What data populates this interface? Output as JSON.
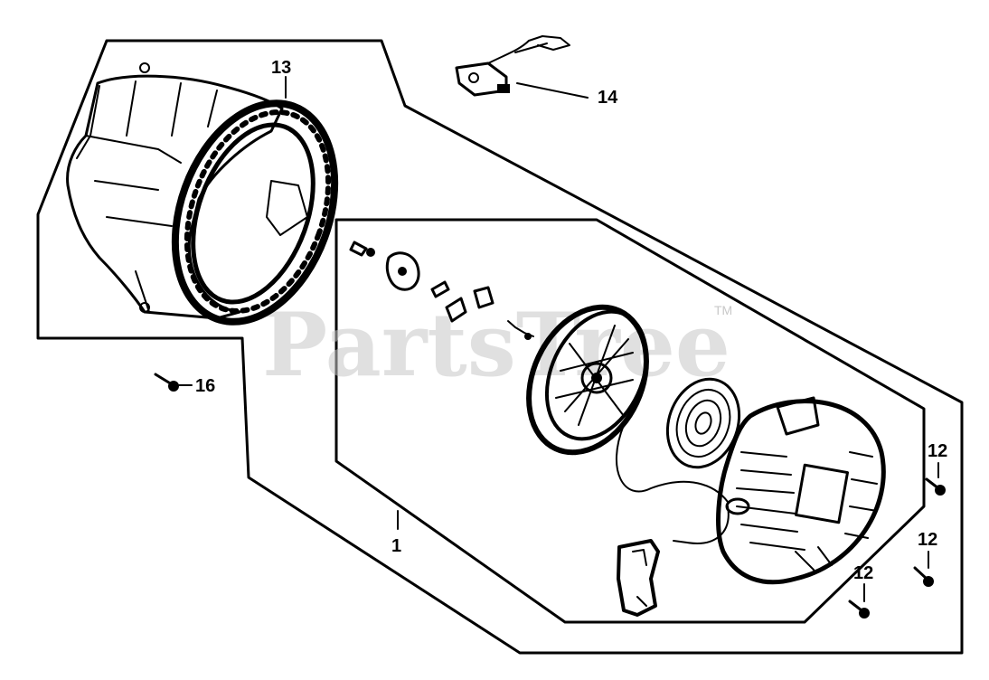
{
  "watermark": {
    "text": "PartsTree",
    "trademark": "TM"
  },
  "callouts": {
    "part_1": "1",
    "part_12_a": "12",
    "part_12_b": "12",
    "part_12_c": "12",
    "part_13": "13",
    "part_14": "14",
    "part_16": "16"
  }
}
